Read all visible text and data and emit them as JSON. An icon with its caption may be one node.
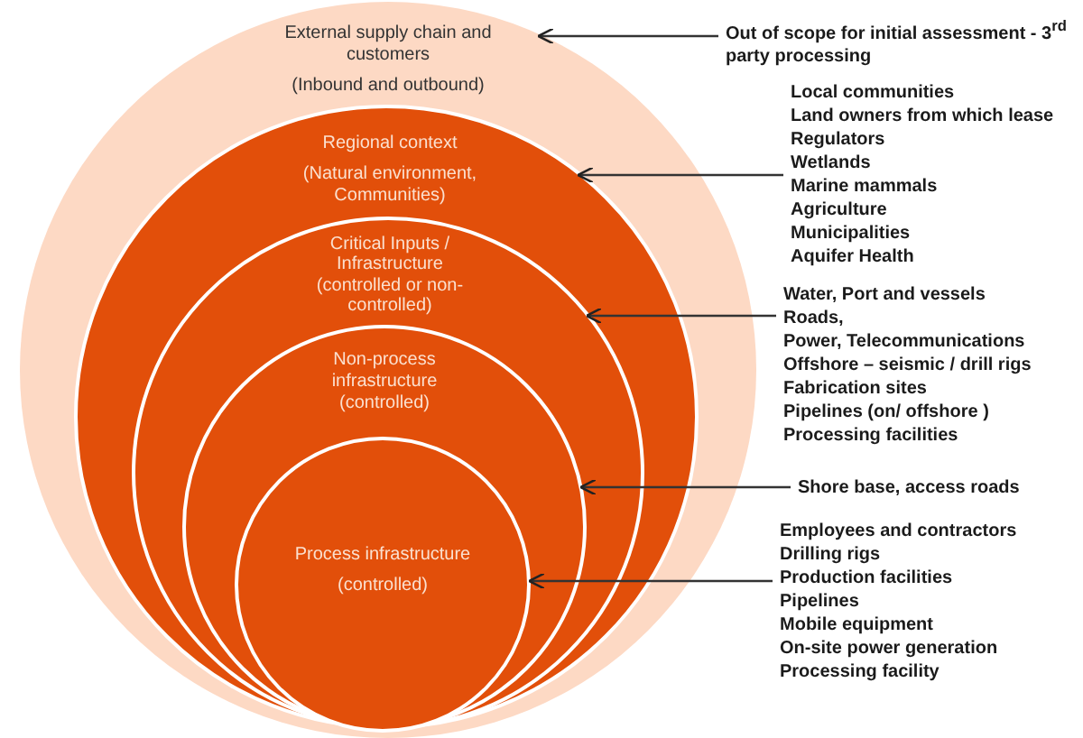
{
  "diagram": {
    "nodes": [
      {
        "text": [
          "External supply chain and customers",
          "(Inbound and outbound)"
        ]
      },
      {
        "text": [
          "Regional context",
          "(Natural environment, Communities)"
        ],
        "in": 0
      },
      {
        "text": [
          "Critical Inputs / Infrastructure",
          "(controlled or non-controlled)"
        ],
        "in": 1
      },
      {
        "text": [
          "Non-process infrastructure (controlled)"
        ],
        "in": 2
      },
      {
        "text": [
          "Process infrastructure",
          "(controlled)"
        ],
        "in": 3
      },
      {
        "text": [
          "Out of scope for initial assessment - 3$^{rd}$ party processing"
        ]
      },
      {
        "text": [
          "Local communities",
          "Land owners from which lease",
          "Regulators",
          "Wetlands",
          "Marine mammals",
          "Agriculture",
          "Municipalities",
          "Aquifer Health"
        ]
      },
      {
        "text": [
          "Water, Port and vessels",
          "Roads,",
          "Power, Telecommunications",
          "Offshore – seismic / drill rigs",
          "Fabrication sites",
          "Pipelines (on/ offshore )",
          "Processing facilities"
        ]
      },
      {
        "text": [
          "Shore base, access roads"
        ]
      },
      {
        "text": [
          "Employees and contractors",
          "Drilling rigs",
          "Production facilities",
          "Pipelines",
          "Mobile equipment",
          "On-site power generation",
          "Processing facility"
        ]
      }
    ],
    "edges": [
      {
        "from": 5,
        "to": 0,
        "arrow": "to"
      },
      {
        "from": 6,
        "to": 1,
        "arrow": "to"
      },
      {
        "from": 7,
        "to": 2,
        "arrow": "to"
      },
      {
        "from": 8,
        "to": 3,
        "arrow": "to"
      },
      {
        "from": 9,
        "to": 4,
        "arrow": "to"
      }
    ]
  }
}
